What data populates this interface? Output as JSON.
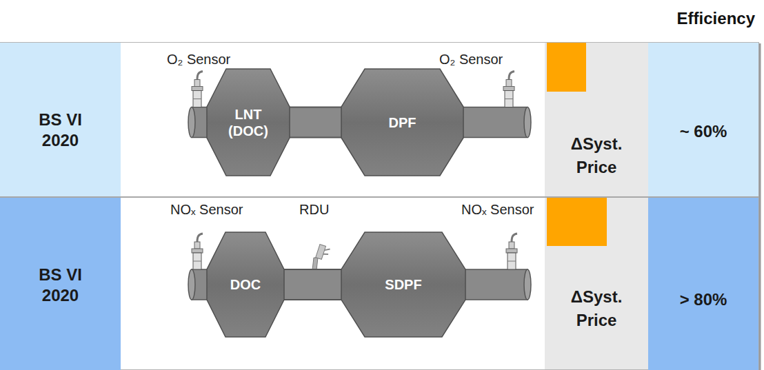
{
  "diagram": {
    "nodes": [
      {
        "text": [
          "BS VI 2020"
        ]
      },
      {
        "text": [
          "LNT (DOC)"
        ]
      },
      {
        "text": [
          "DPF"
        ]
      },
      {
        "text": [
          "ΔSyst. Price"
        ]
      },
      {
        "text": [
          "~ 60%"
        ]
      },
      {
        "text": [
          "BS VI 2020"
        ]
      },
      {
        "text": [
          "DOC"
        ]
      },
      {
        "text": [
          "SDPF"
        ]
      },
      {
        "text": [
          "ΔSyst. Price"
        ]
      },
      {
        "text": [
          "> 80%"
        ]
      }
    ],
    "edges": [
      {
        "from": 1,
        "to": 2,
        "arrow": "none"
      },
      {
        "from": 6,
        "to": 7,
        "arrow": "none"
      }
    ],
    "labels": [
      "Efficiency",
      "O₂ Sensor",
      "O₂ Sensor",
      "NOₓ Sensor",
      "RDU",
      "NOₓ Sensor"
    ]
  }
}
